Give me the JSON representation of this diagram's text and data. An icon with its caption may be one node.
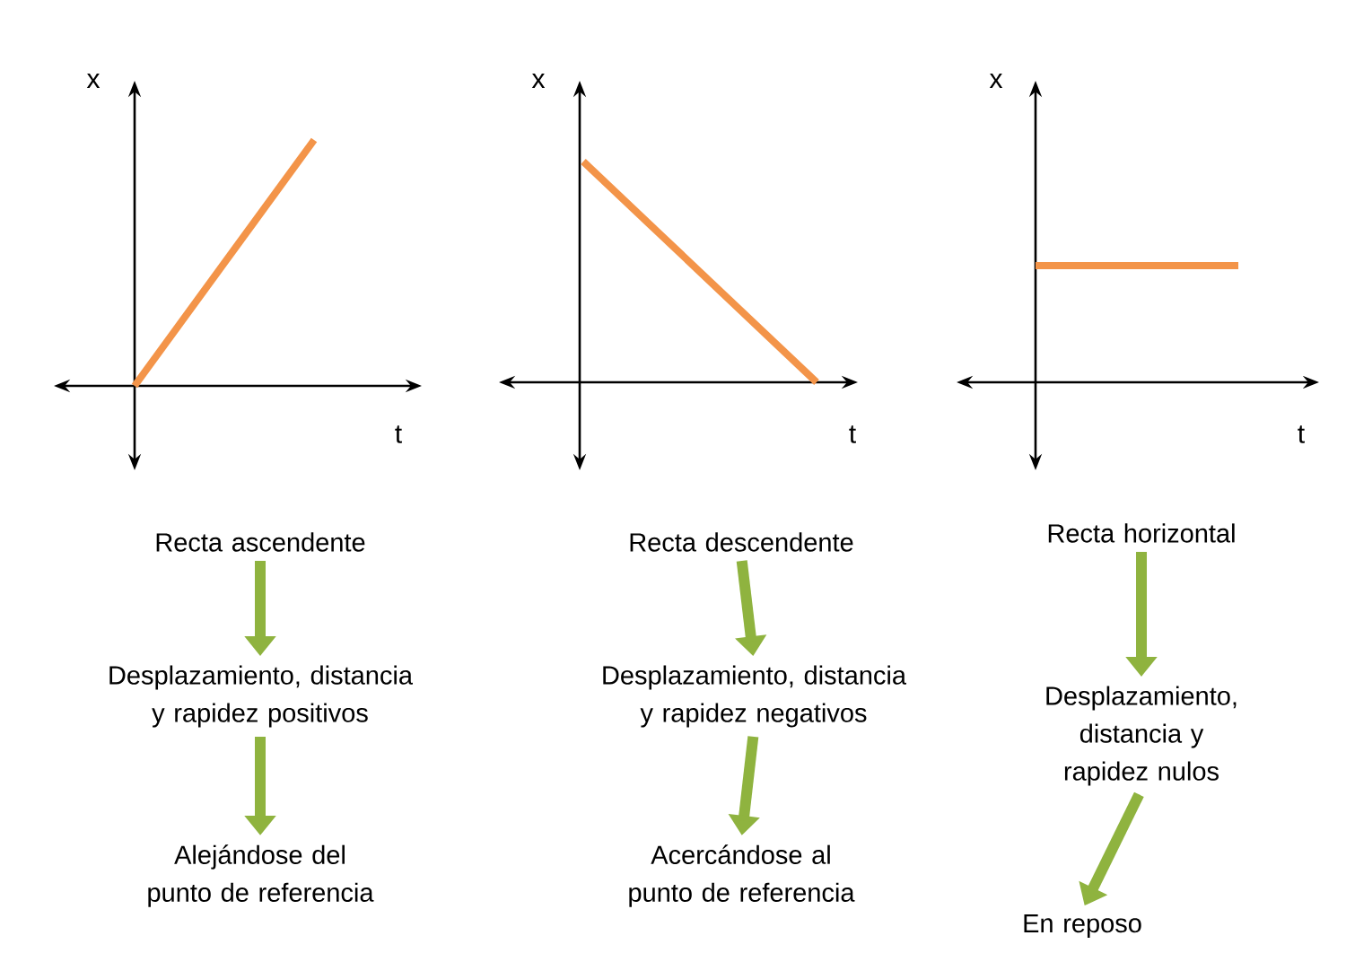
{
  "diagram": {
    "nodes": [
      {
        "text": [
          "Recta ascendente"
        ]
      },
      {
        "text": [
          "Desplazamiento, distancia y rapidez positivos"
        ]
      },
      {
        "text": [
          "Alejándose del punto de referencia"
        ]
      },
      {
        "text": [
          "Recta descendente"
        ]
      },
      {
        "text": [
          "Desplazamiento, distancia y rapidez negativos"
        ]
      },
      {
        "text": [
          "Acercándose al punto de referencia"
        ]
      },
      {
        "text": [
          "Recta horizontal"
        ]
      },
      {
        "text": [
          "Desplazamiento, distancia y rapidez nulos"
        ]
      },
      {
        "text": [
          "En reposo"
        ]
      }
    ],
    "edges": [
      {
        "from": 0,
        "to": 1,
        "arrow": "to"
      },
      {
        "from": 1,
        "to": 2,
        "arrow": "to"
      },
      {
        "from": 3,
        "to": 4,
        "arrow": "to"
      },
      {
        "from": 4,
        "to": 5,
        "arrow": "to"
      },
      {
        "from": 6,
        "to": 7,
        "arrow": "to"
      },
      {
        "from": 7,
        "to": 8,
        "arrow": "to"
      }
    ],
    "labels": [
      "x",
      "t",
      "x",
      "t",
      "x",
      "t"
    ]
  }
}
